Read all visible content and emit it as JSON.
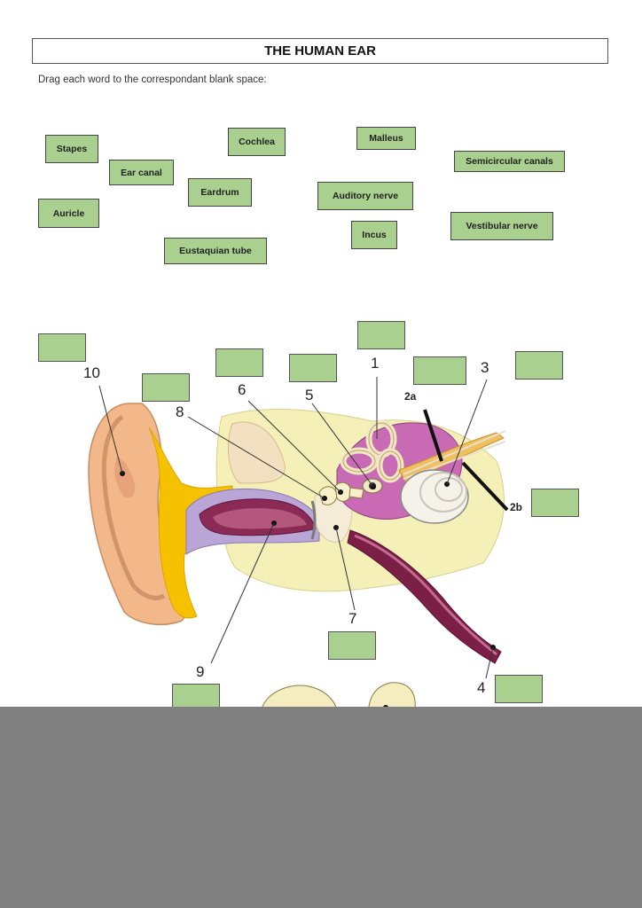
{
  "title": "THE HUMAN EAR",
  "instructions": "Drag each word to the correspondant blank space:",
  "word_bank": [
    {
      "id": "stapes",
      "label": "Stapes"
    },
    {
      "id": "ear-canal",
      "label": "Ear canal"
    },
    {
      "id": "auricle",
      "label": "Auricle"
    },
    {
      "id": "cochlea",
      "label": "Cochlea"
    },
    {
      "id": "eardrum",
      "label": "Eardrum"
    },
    {
      "id": "eustaquian-tube",
      "label": "Eustaquian tube"
    },
    {
      "id": "malleus",
      "label": "Malleus"
    },
    {
      "id": "auditory-nerve",
      "label": "Auditory nerve"
    },
    {
      "id": "incus",
      "label": "Incus"
    },
    {
      "id": "semicircular-canals",
      "label": "Semicircular canals"
    },
    {
      "id": "vestibular-nerve",
      "label": "Vestibular nerve"
    }
  ],
  "diagram_labels": {
    "n1": "1",
    "n2a": "2a",
    "n2b": "2b",
    "n3": "3",
    "n4": "4",
    "n5": "5",
    "n6": "6",
    "n7": "7",
    "n8": "8",
    "n9": "9",
    "n10": "10"
  },
  "colors": {
    "word_fill": "#a9d08e",
    "overlay": "#808080"
  }
}
